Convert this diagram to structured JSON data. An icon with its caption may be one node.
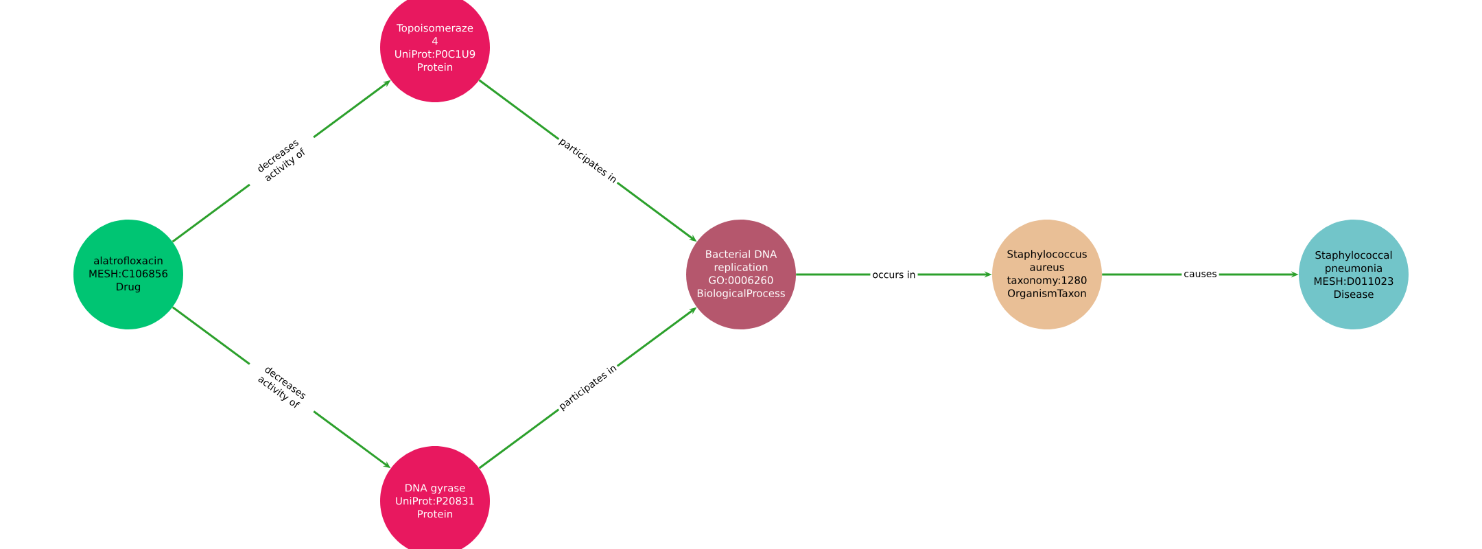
{
  "diagram": {
    "nodes": [
      {
        "text": [
          "alatrofloxacin",
          "MESH:C106856",
          "Drug"
        ]
      },
      {
        "text": [
          "Topoisomeraze 4",
          "UniProt:P0C1U9",
          "Protein"
        ]
      },
      {
        "text": [
          "DNA gyrase",
          "UniProt:P20831",
          "Protein"
        ]
      },
      {
        "text": [
          "Bacterial DNA replication",
          "GO:0006260",
          "BiologicalProcess"
        ]
      },
      {
        "text": [
          "Staphylococcus aureus",
          "taxonomy:1280",
          "OrganismTaxon"
        ]
      },
      {
        "text": [
          "Staphylococcal pneumonia",
          "MESH:D011023",
          "Disease"
        ]
      }
    ],
    "edges": [
      {
        "from": 0,
        "to": 1,
        "arrow": "to",
        "label": "decreases activity of"
      },
      {
        "from": 0,
        "to": 2,
        "arrow": "to",
        "label": "decreases activity of"
      },
      {
        "from": 1,
        "to": 3,
        "arrow": "to",
        "label": "participates in"
      },
      {
        "from": 2,
        "to": 3,
        "arrow": "to",
        "label": "participates in"
      },
      {
        "from": 3,
        "to": 4,
        "arrow": "to",
        "label": "occurs in"
      },
      {
        "from": 4,
        "to": 5,
        "arrow": "to",
        "label": "causes"
      }
    ]
  }
}
